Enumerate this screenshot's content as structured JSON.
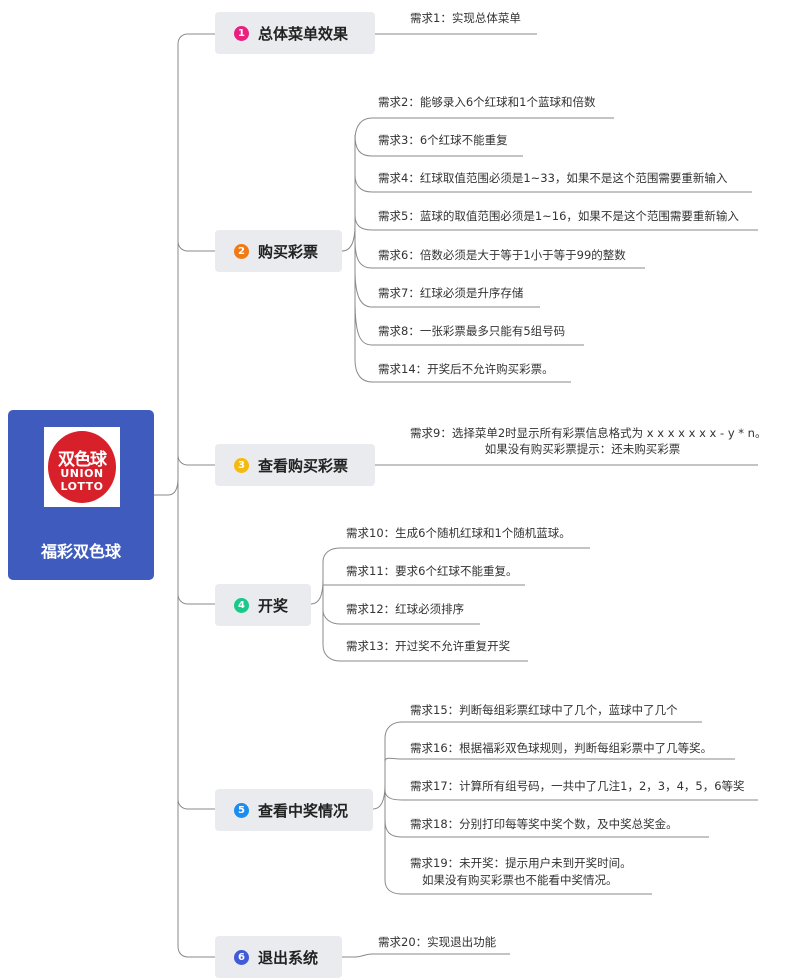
{
  "root": {
    "title": "福彩双色球",
    "logo": {
      "cn": "双色球",
      "en_line1": "UNION",
      "en_line2": "LOTTO"
    }
  },
  "branches": [
    {
      "num": "1",
      "label": "总体菜单效果",
      "color": "#e8207f",
      "leaves": [
        "需求1：实现总体菜单"
      ]
    },
    {
      "num": "2",
      "label": "购买彩票",
      "color": "#f07a16",
      "leaves": [
        "需求2：能够录入6个红球和1个蓝球和倍数",
        "需求3：6个红球不能重复",
        "需求4：红球取值范围必须是1~33，如果不是这个范围需要重新输入",
        "需求5：蓝球的取值范围必须是1~16，如果不是这个范围需要重新输入",
        "需求6：倍数必须是大于等于1小于等于99的整数",
        "需求7：红球必须是升序存储",
        "需求8：一张彩票最多只能有5组号码",
        "需求14：开奖后不允许购买彩票。"
      ]
    },
    {
      "num": "3",
      "label": "查看购买彩票",
      "color": "#f5b90f",
      "leaves": [
        "需求9：选择菜单2时显示所有彩票信息格式为 x x x x x x x - y * n。",
        "如果没有购买彩票提示：还未购买彩票"
      ]
    },
    {
      "num": "4",
      "label": "开奖",
      "color": "#18c98a",
      "leaves": [
        "需求10：生成6个随机红球和1个随机蓝球。",
        "需求11：要求6个红球不能重复。",
        "需求12：红球必须排序",
        "需求13：开过奖不允许重复开奖"
      ]
    },
    {
      "num": "5",
      "label": "查看中奖情况",
      "color": "#1a8ef0",
      "leaves": [
        "需求15：判断每组彩票红球中了几个，蓝球中了几个",
        "需求16：根据福彩双色球规则，判断每组彩票中了几等奖。",
        "需求17：计算所有组号码，一共中了几注1，2，3，4，5，6等奖",
        "需求18：分别打印每等奖中奖个数，及中奖总奖金。",
        "需求19：未开奖：提示用户未到开奖时间。",
        "如果没有购买彩票也不能看中奖情况。"
      ]
    },
    {
      "num": "6",
      "label": "退出系统",
      "color": "#3f5bd6",
      "leaves": [
        "需求20：实现退出功能"
      ]
    }
  ]
}
